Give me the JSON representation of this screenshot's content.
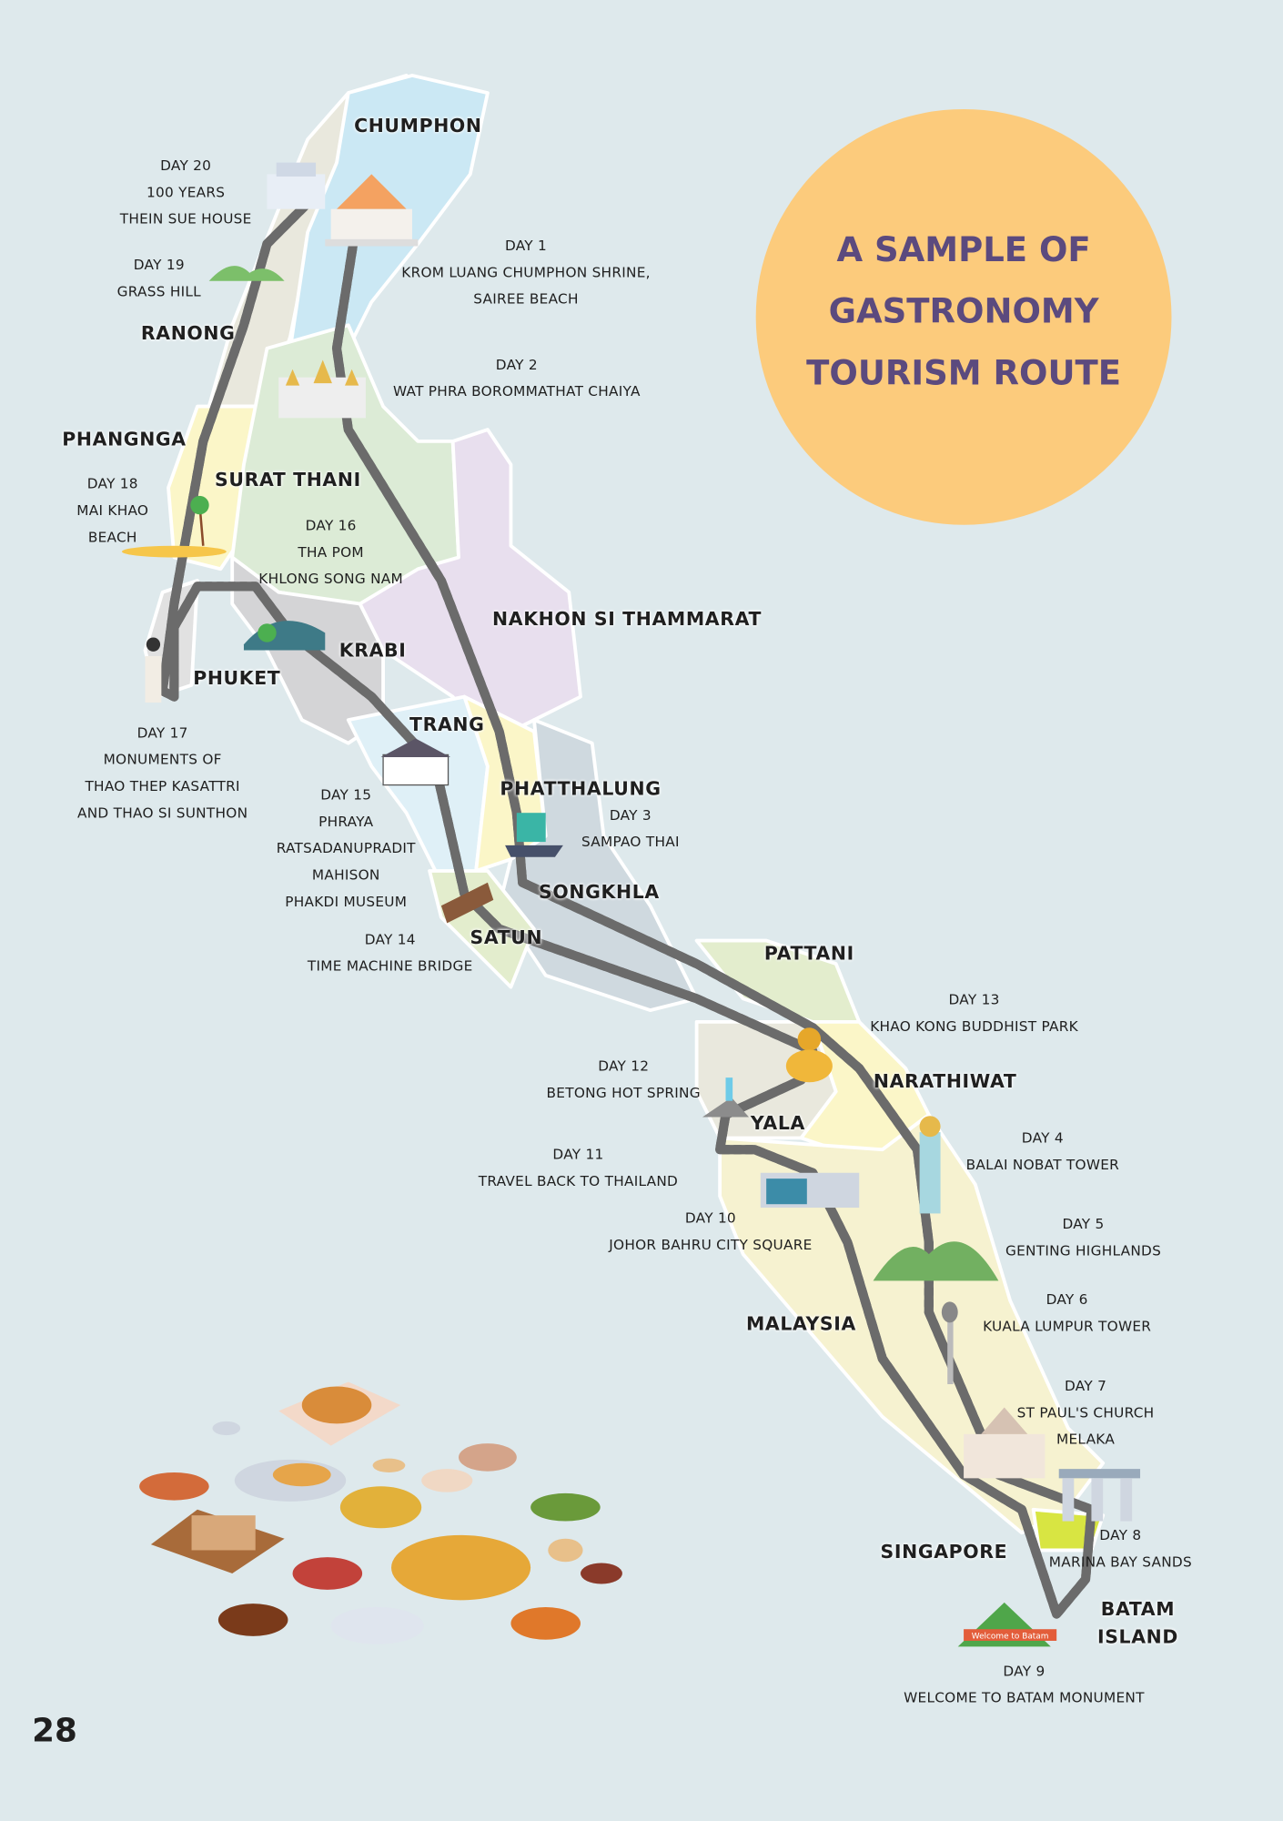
{
  "title": {
    "lines": [
      "A sample of",
      "gastronomy",
      "tourism route"
    ]
  },
  "page_number": "28",
  "colors": {
    "background": "#dee9ec",
    "title_circle": "#fccb7c",
    "title_text": "#5b4a7e",
    "road": "#6b6b6b"
  },
  "regions": [
    "Chumphon",
    "Ranong",
    "Phangnga",
    "Surat Thani",
    "Nakhon Si Thammarat",
    "Krabi",
    "Phuket",
    "Trang",
    "Phatthalung",
    "Songkhla",
    "Satun",
    "Pattani",
    "Narathiwat",
    "Yala",
    "Malaysia",
    "Singapore",
    "Batam Island"
  ],
  "stops": [
    {
      "day": "Day 1",
      "lines": [
        "Krom Luang Chumphon Shrine,",
        "Sairee Beach"
      ]
    },
    {
      "day": "Day 2",
      "lines": [
        "Wat Phra Borommathat Chaiya"
      ]
    },
    {
      "day": "Day 3",
      "lines": [
        "Sampao Thai"
      ]
    },
    {
      "day": "Day 4",
      "lines": [
        "Balai Nobat Tower"
      ]
    },
    {
      "day": "Day 5",
      "lines": [
        "Genting Highlands"
      ]
    },
    {
      "day": "Day 6",
      "lines": [
        "Kuala Lumpur Tower"
      ]
    },
    {
      "day": "Day 7",
      "lines": [
        "St Paul's Church",
        "Melaka"
      ]
    },
    {
      "day": "Day 8",
      "lines": [
        "Marina Bay Sands"
      ]
    },
    {
      "day": "Day 9",
      "lines": [
        "Welcome to Batam Monument"
      ]
    },
    {
      "day": "Day 10",
      "lines": [
        "Johor Bahru City Square"
      ]
    },
    {
      "day": "Day 11",
      "lines": [
        "Travel back to Thailand"
      ]
    },
    {
      "day": "Day 12",
      "lines": [
        "Betong Hot Spring"
      ]
    },
    {
      "day": "Day 13",
      "lines": [
        "Khao Kong Buddhist Park"
      ]
    },
    {
      "day": "Day 14",
      "lines": [
        "Time Machine Bridge"
      ]
    },
    {
      "day": "Day 15",
      "lines": [
        "Phraya",
        "Ratsadanupradit",
        "Mahison",
        "Phakdi Museum"
      ]
    },
    {
      "day": "Day 16",
      "lines": [
        "Tha Pom",
        "Khlong Song Nam"
      ]
    },
    {
      "day": "Day 17",
      "lines": [
        "Monuments of",
        "Thao Thep Kasattri",
        "and Thao Si Sunthon"
      ]
    },
    {
      "day": "Day 18",
      "lines": [
        "Mai Khao",
        "Beach"
      ]
    },
    {
      "day": "Day 19",
      "lines": [
        "Grass Hill"
      ]
    },
    {
      "day": "Day 20",
      "lines": [
        "100 Years",
        "Thein Sue House"
      ]
    }
  ],
  "batam_sign": "Welcome to Batam"
}
